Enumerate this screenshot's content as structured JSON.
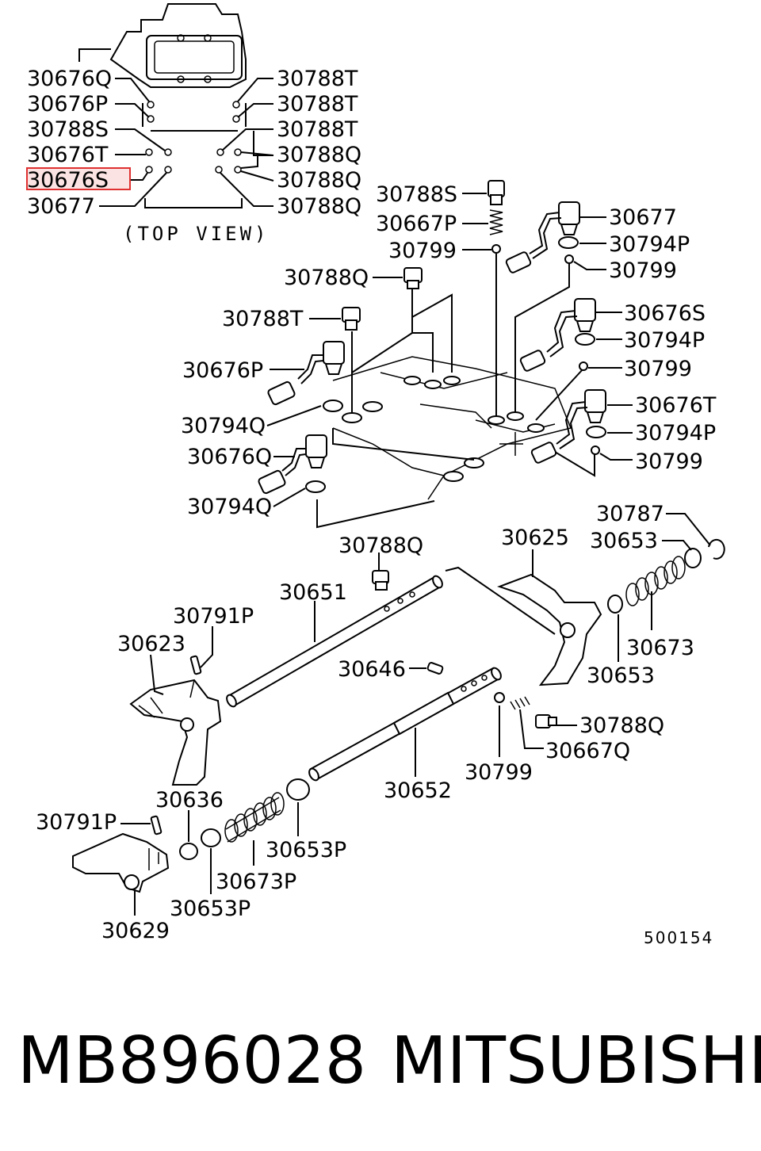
{
  "top_view_caption": "(TOP VIEW)",
  "highlighted_label": "30676S",
  "top_view_labels_left": [
    "30676Q",
    "30676P",
    "30788S",
    "30676T",
    "30676S",
    "30677"
  ],
  "top_view_labels_right": [
    "30788T",
    "30788T",
    "30788T",
    "30788Q",
    "30788Q",
    "30788Q"
  ],
  "callouts": {
    "c30788S": "30788S",
    "c30667P": "30667P",
    "c30799a": "30799",
    "c30788Qa": "30788Q",
    "c30788Ta": "30788T",
    "c30676Pa": "30676P",
    "c30794Qa": "30794Q",
    "c30676Qa": "30676Q",
    "c30794Qb": "30794Q",
    "c30677": "30677",
    "c30794Pa": "30794P",
    "c30799b": "30799",
    "c30676Sa": "30676S",
    "c30794Pb": "30794P",
    "c30799c": "30799",
    "c30676Ta": "30676T",
    "c30794Pc": "30794P",
    "c30799d": "30799",
    "c30787": "30787",
    "c30653a": "30653",
    "c30625": "30625",
    "c30788Qb": "30788Q",
    "c30651": "30651",
    "c30791Pa": "30791P",
    "c30623": "30623",
    "c30646": "30646",
    "c30673": "30673",
    "c30653b": "30653",
    "c30788Qc": "30788Q",
    "c30667Q": "30667Q",
    "c30799e": "30799",
    "c30652": "30652",
    "c30636": "30636",
    "c30791Pb": "30791P",
    "c30653P1": "30653P",
    "c30673P": "30673P",
    "c30653P2": "30653P",
    "c30629": "30629"
  },
  "drawing_number": "500154",
  "part_number": "MB896028",
  "brand": "MITSUBISHI",
  "colors": {
    "ink": "#000000",
    "highlight_border": "#e03030",
    "highlight_fill": "#fbe3e3"
  }
}
